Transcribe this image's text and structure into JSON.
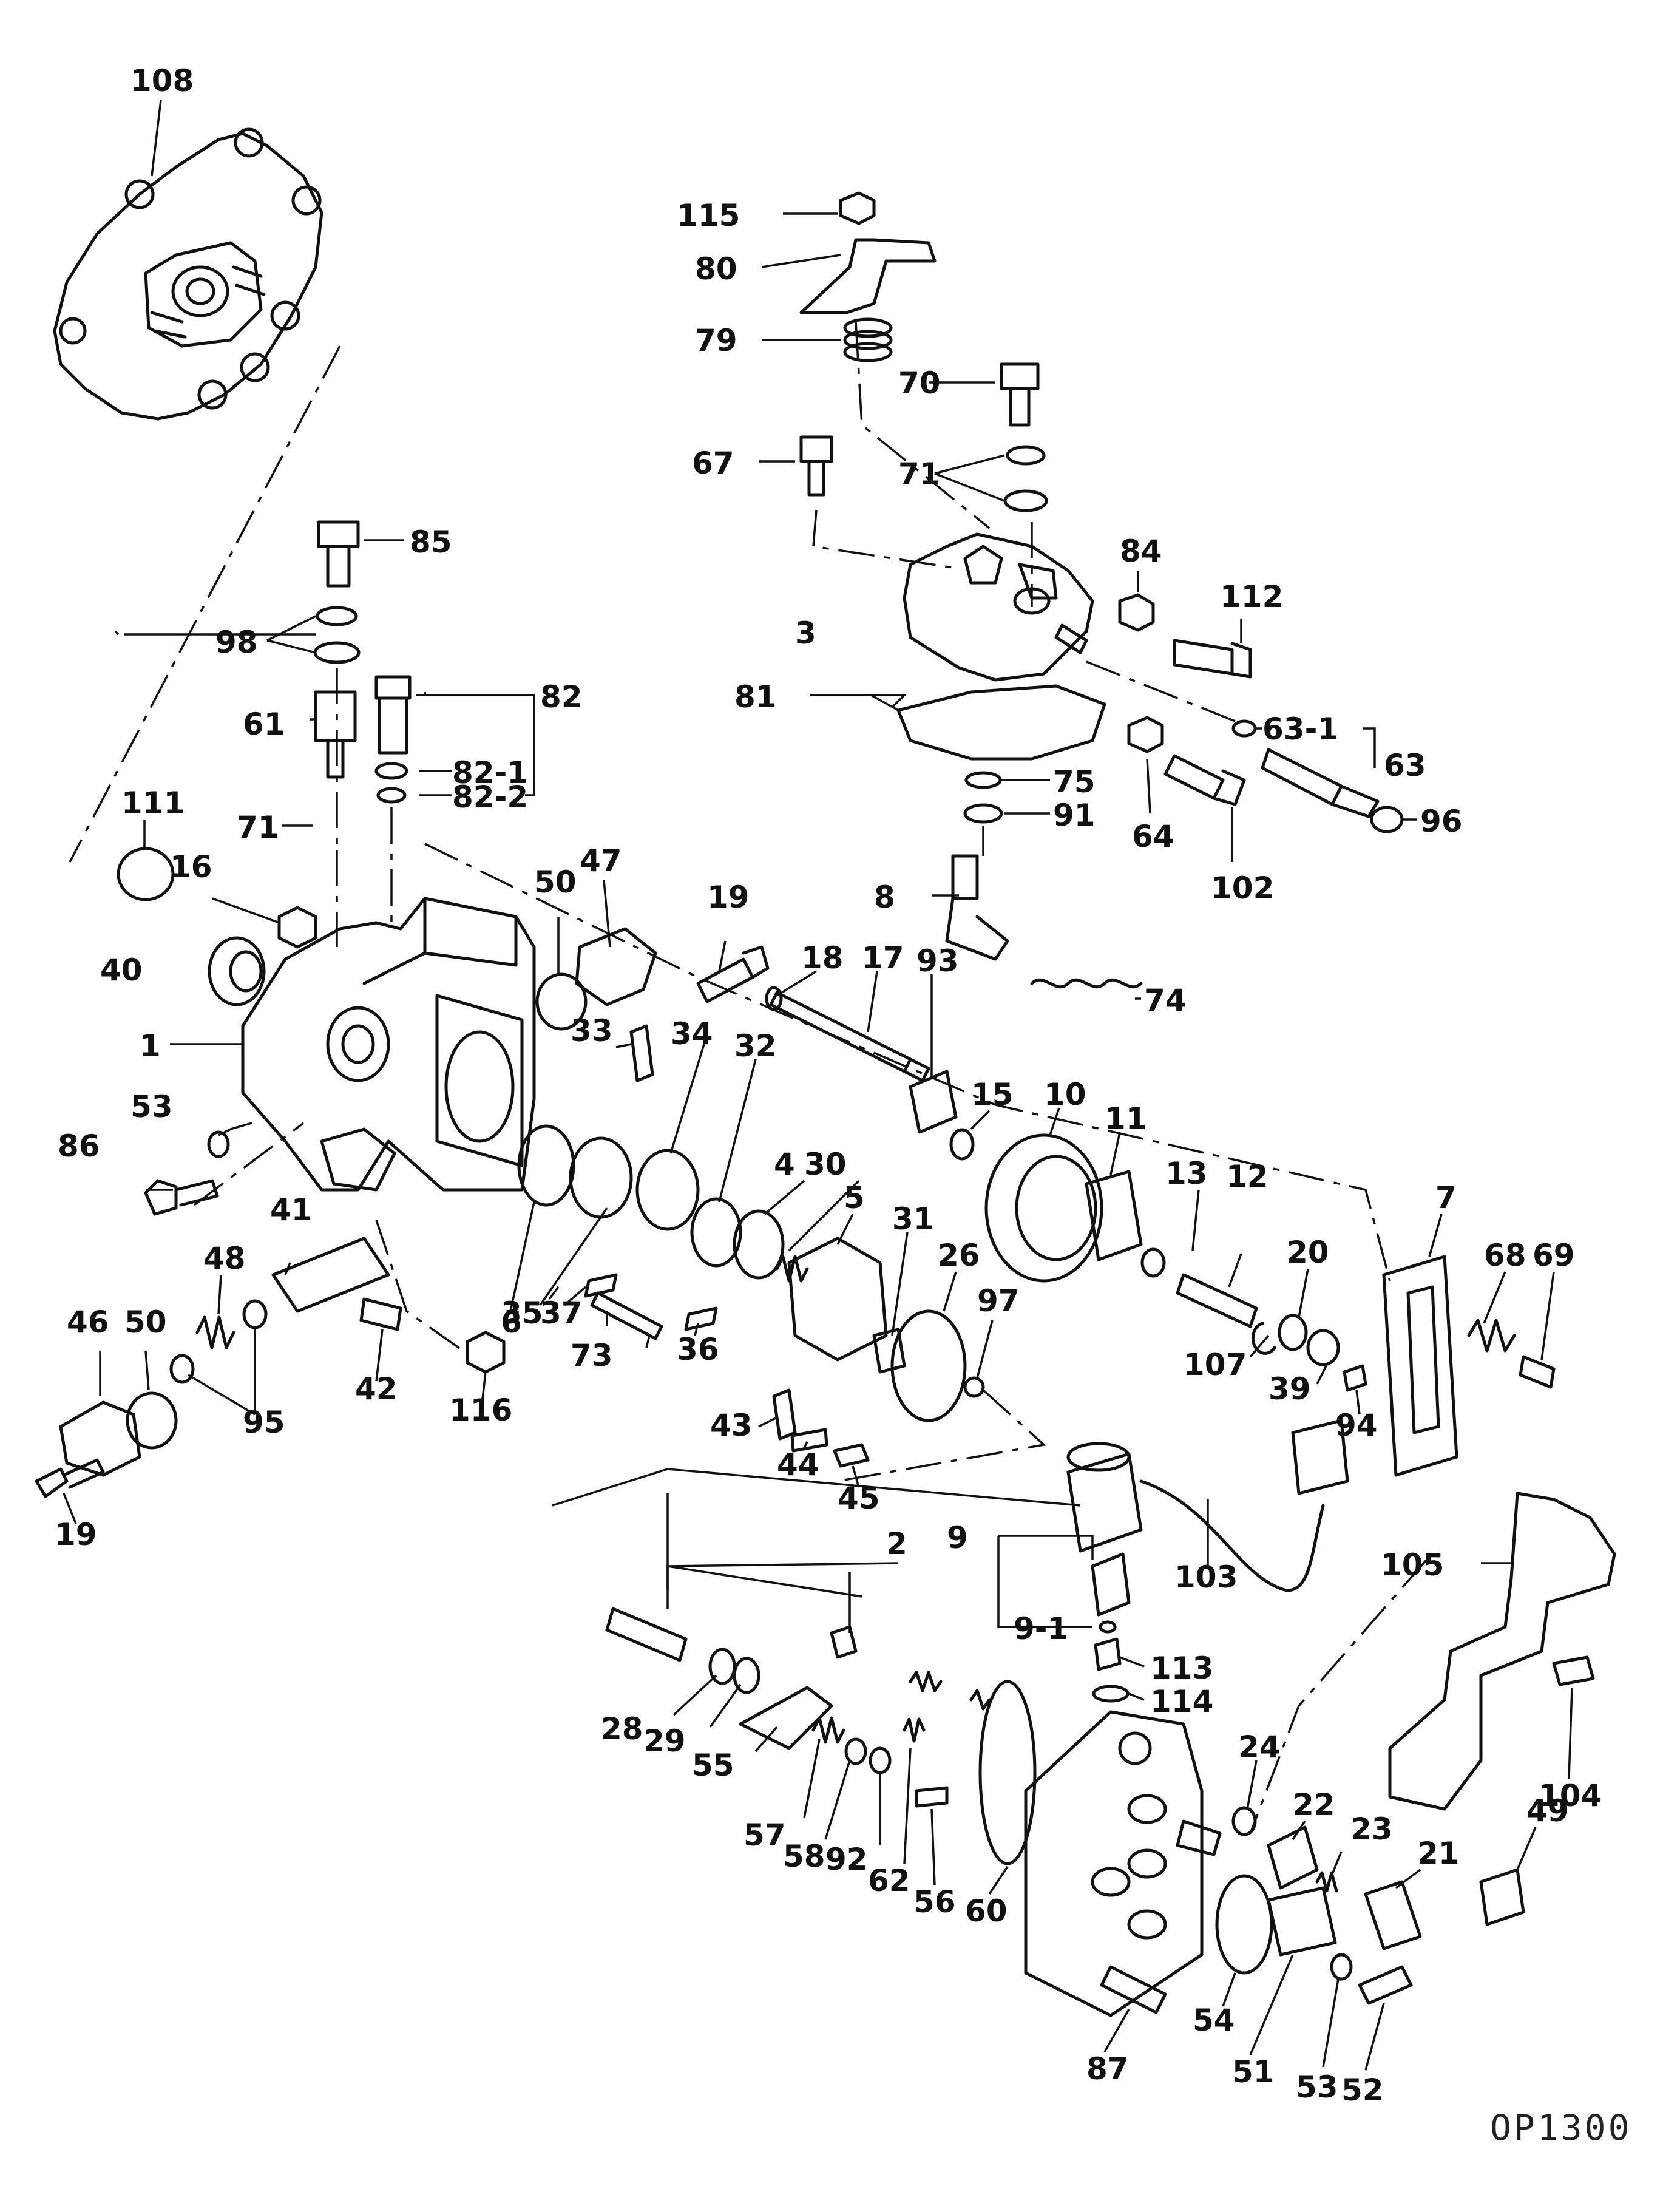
{
  "diagram": {
    "drawing_code": "OP1300",
    "callouts": [
      "108",
      "115",
      "80",
      "79",
      "70",
      "67",
      "71",
      "85",
      "84",
      "112",
      "98",
      "3",
      "82",
      "61",
      "81",
      "82-1",
      "82-2",
      "63-1",
      "63",
      "75",
      "71",
      "91",
      "64",
      "102",
      "96",
      "111",
      "16",
      "50",
      "47",
      "19",
      "8",
      "40",
      "18",
      "17",
      "93",
      "74",
      "1",
      "33",
      "34",
      "32",
      "15",
      "10",
      "11",
      "53",
      "4",
      "30",
      "13",
      "12",
      "7",
      "86",
      "5",
      "31",
      "26",
      "20",
      "68",
      "69",
      "48",
      "41",
      "97",
      "6",
      "35",
      "37",
      "73",
      "36",
      "107",
      "39",
      "94",
      "46",
      "50",
      "95",
      "42",
      "116",
      "43",
      "44",
      "45",
      "19",
      "2",
      "9",
      "103",
      "105",
      "9-1",
      "113",
      "114",
      "28",
      "29",
      "55",
      "24",
      "22",
      "57",
      "58",
      "92",
      "62",
      "56",
      "60",
      "23",
      "104",
      "49",
      "21",
      "54",
      "87",
      "51",
      "53",
      "52"
    ]
  }
}
